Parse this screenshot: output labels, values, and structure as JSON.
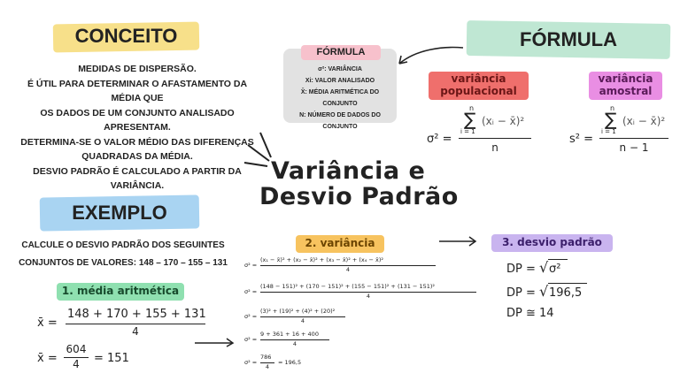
{
  "conceito": {
    "title": "CONCEITO",
    "lines": [
      "MEDIDAS DE DISPERSÃO.",
      "É ÚTIL PARA DETERMINAR O AFASTAMENTO DA MÉDIA QUE",
      "OS DADOS DE UM CONJUNTO ANALISADO APRESENTAM.",
      "DETERMINA-SE O VALOR MÉDIO DAS DIFERENÇAS",
      "QUADRADAS DA MÉDIA.",
      "DESVIO PADRÃO É CALCULADO A PARTIR DA VARIÂNCIA."
    ]
  },
  "legend": {
    "title": "FÓRMULA",
    "items": [
      "σ²: VARIÂNCIA",
      "Xi: VALOR ANALISADO",
      "X̄: MÉDIA ARITMÉTICA DO CONJUNTO",
      "N: NÚMERO DE DADOS DO CONJUNTO"
    ]
  },
  "formula": {
    "title": "FÓRMULA",
    "populacional_label": "variância populacional",
    "amostral_label": "variância amostral",
    "pop_lhs": "σ² =",
    "pop_num": "(xᵢ − x̄)²",
    "pop_den": "n",
    "amo_lhs": "s² =",
    "amo_num": "(xᵢ − x̄)²",
    "amo_den": "n − 1",
    "sum_top": "n",
    "sum_bottom": "i = 1",
    "sum_symbol": "∑"
  },
  "main_title": {
    "line1": "Variância e",
    "line2": "Desvio Padrão"
  },
  "exemplo": {
    "title": "EXEMPLO",
    "lines": [
      "CALCULE O DESVIO PADRÃO DOS SEGUINTES",
      "CONJUNTOS DE VALORES: 148 – 170 – 155 – 131"
    ],
    "step1_label": "1. média aritmética",
    "mean_lhs": "x̄ =",
    "mean_num": "148 + 170 + 155 + 131",
    "mean_den": "4",
    "mean2_lhs": "x̄ =",
    "mean2_num": "604",
    "mean2_den": "4",
    "mean2_result": "= 151"
  },
  "variancia": {
    "label": "2. variância",
    "rows": [
      {
        "lhs": "σ² =",
        "num": "(x₁ − x̄)² + (x₂ − x̄)² + (x₃ − x̄)² + (x₄ − x̄)²",
        "den": "4",
        "tail": ""
      },
      {
        "lhs": "σ² =",
        "num": "(148 − 151)² + (170 − 151)² + (155 − 151)² + (131 − 151)²",
        "den": "4",
        "tail": ""
      },
      {
        "lhs": "σ² =",
        "num": "(3)² + (19)² + (4)² + (20)²",
        "den": "4",
        "tail": ""
      },
      {
        "lhs": "σ² =",
        "num": "9 + 361 + 16 + 400",
        "den": "4",
        "tail": ""
      },
      {
        "lhs": "σ² =",
        "num": "786",
        "den": "4",
        "tail": "= 196,5"
      }
    ]
  },
  "desvio": {
    "label": "3. desvio padrão",
    "line1_lhs": "DP =",
    "line1_rad": "σ²",
    "line2_lhs": "DP =",
    "line2_rad": "196,5",
    "line3": "DP ≅ 14"
  },
  "colors": {
    "yellow": "#f7e08a",
    "blue": "#a9d4f2",
    "mint": "#bfe7d3",
    "pink": "#f7c1cc",
    "red": "#ef6f6c",
    "magenta": "#e98ee3",
    "orange": "#f7c35f",
    "lavender": "#c9b4ef",
    "green": "#8fe0b0",
    "gray": "#e2e2e2"
  }
}
